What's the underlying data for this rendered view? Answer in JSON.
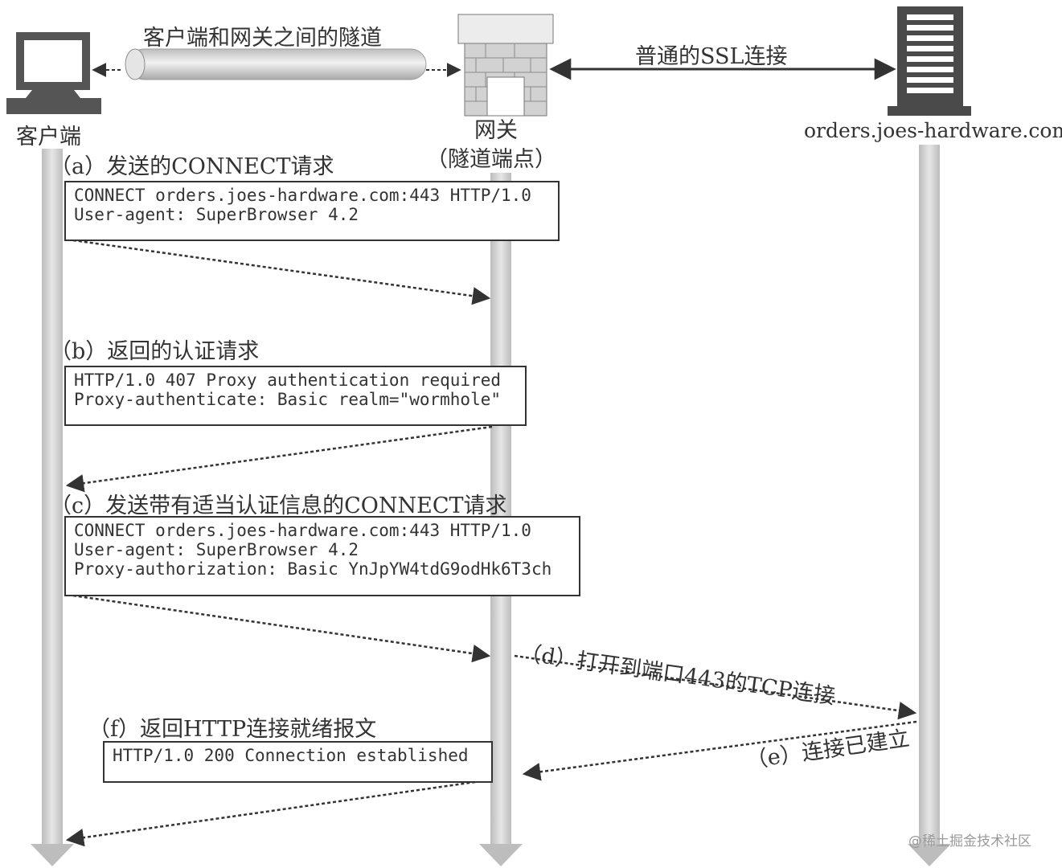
{
  "diagram": {
    "tunnel_label": "客户端和网关之间的隧道",
    "ssl_label": "普通的SSL连接",
    "client_label": "客户端",
    "gateway_label": "网关",
    "gateway_sublabel": "（隧道端点）",
    "server_label": "orders.joes-hardware.com",
    "step_a": "（a）发送的CONNECT请求",
    "step_b": "（b）返回的认证请求",
    "step_c": "（c）发送带有适当认证信息的CONNECT请求",
    "step_d": "（d）打开到端口443的TCP连接",
    "step_e": "（e）连接已建立",
    "step_f": "（f）返回HTTP连接就绪报文",
    "box_a": [
      "CONNECT orders.joes-hardware.com:443 HTTP/1.0",
      "User-agent: SuperBrowser 4.2"
    ],
    "box_b": [
      "HTTP/1.0 407 Proxy authentication required",
      "Proxy-authenticate: Basic realm=\"wormhole\""
    ],
    "box_c": [
      "CONNECT orders.joes-hardware.com:443 HTTP/1.0",
      "User-agent: SuperBrowser 4.2",
      "Proxy-authorization: Basic YnJpYW4tdG9odHk6T3ch"
    ],
    "box_f": [
      "HTTP/1.0 200 Connection established"
    ]
  },
  "watermark": "@稀土掘金技术社区",
  "colors": {
    "lifeline": "#cfcfcf",
    "ink": "#333333",
    "brick": "#d9d9d9"
  }
}
